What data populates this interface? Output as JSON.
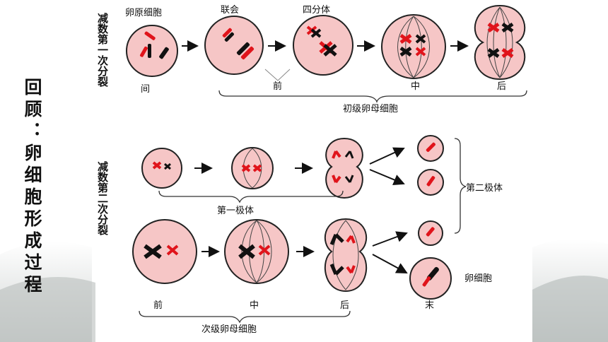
{
  "sidebar_title": "回顾：卵细胞形成过程",
  "meiosis1": {
    "section_label": "减数第一次分裂",
    "top_labels": {
      "oogonium": "卵原细胞",
      "synapsis": "联会",
      "tetrad": "四分体"
    },
    "phase_labels": {
      "interphase": "间",
      "prophase": "前",
      "metaphase": "中",
      "anaphase": "后"
    },
    "cell_caption": "初级卵母细胞"
  },
  "meiosis2": {
    "section_label": "减数第二次分裂",
    "polar_body_caption": "第一极体",
    "second_polar_body": "第二极体",
    "egg_cell": "卵细胞",
    "phase_labels": {
      "prophase": "前",
      "metaphase": "中",
      "anaphase": "后",
      "telophase": "末"
    },
    "cell_caption": "次级卵母细胞"
  },
  "colors": {
    "cell_fill": "#f6c6c6",
    "cell_stroke": "#222222",
    "chromosome_red": "#e0141b",
    "chromosome_black": "#111111"
  }
}
